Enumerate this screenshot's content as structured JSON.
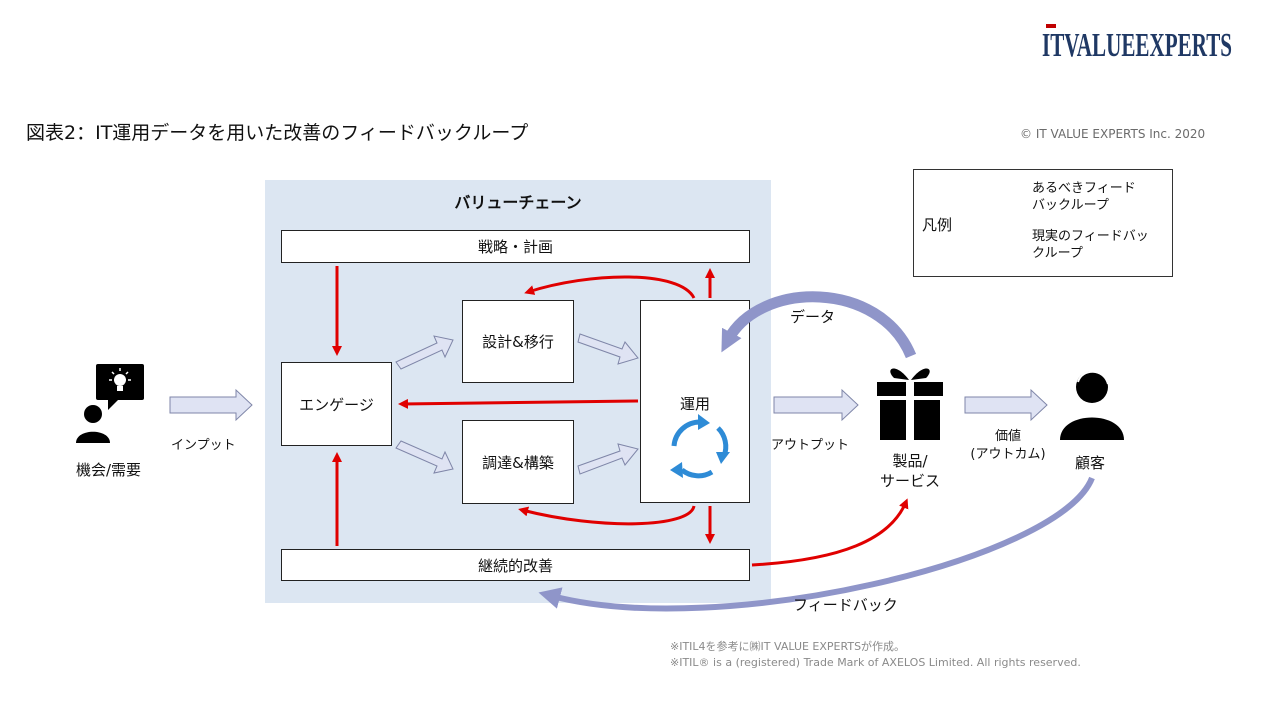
{
  "logo": {
    "text": "ITVALUEEXPERTS",
    "accent_color": "#c00000",
    "main_color": "#1f3864"
  },
  "figure_title": "図表2：IT運用データを用いた改善のフィードバックループ",
  "copyright": "© IT VALUE EXPERTS Inc. 2020",
  "value_chain": {
    "title": "バリューチェーン",
    "background_color": "#dce6f2",
    "activities": {
      "plan": "戦略・計画",
      "engage": "エンゲージ",
      "design": "設計&移行",
      "obtain": "調達&構築",
      "operate": "運用",
      "improve": "継続的改善"
    }
  },
  "legend": {
    "title": "凡例",
    "ideal_label": "あるべきフィードバックループ",
    "ideal_line1": "あるべきフィード",
    "ideal_line2": "バックループ",
    "ideal_color": "#e00000",
    "actual_label": "現実のフィードバックループ",
    "actual_line1": "現実のフィードバッ",
    "actual_line2": "クループ",
    "actual_color": "#2e75b6"
  },
  "actors": {
    "opportunity": "機会/需要",
    "product_line1": "製品/",
    "product_line2": "サービス",
    "customer": "顧客"
  },
  "flow_labels": {
    "input": "インプット",
    "output": "アウトプット",
    "value_line1": "価値",
    "value_line2": "(アウトカム)",
    "data": "データ",
    "feedback": "フィードバック"
  },
  "footnotes": [
    "※ITIL4を参考に㈱IT VALUE EXPERTSが作成。",
    "※ITIL® is a (registered) Trade Mark of AXELOS Limited. All rights reserved."
  ],
  "icons": [
    "lightbulb-icon",
    "person-icon",
    "gift-icon",
    "customer-icon",
    "cycle-icon"
  ]
}
